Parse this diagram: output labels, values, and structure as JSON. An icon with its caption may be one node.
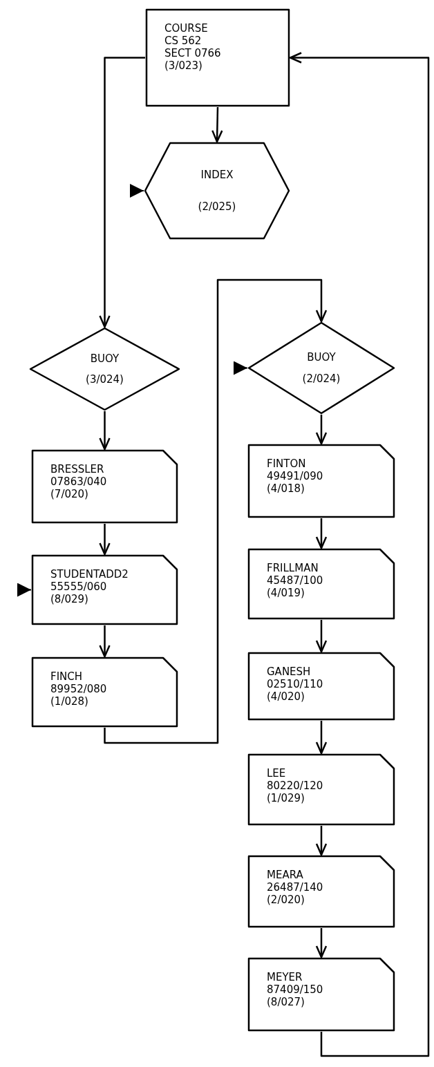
{
  "diagram": {
    "nodes": [
      {
        "text": [
          "COURSE",
          "CS 562",
          "SECT 0766",
          "(3/023)"
        ]
      },
      {
        "text": [
          "INDEX",
          "(2/025)"
        ]
      },
      {
        "text": [
          "BUOY",
          "(3/024)"
        ]
      },
      {
        "text": [
          "BRESSLER",
          "07863/040",
          "(7/020)"
        ]
      },
      {
        "text": [
          "STUDENTADD2",
          "55555/060",
          "(8/029)"
        ]
      },
      {
        "text": [
          "FINCH",
          "89952/080",
          "(1/028)"
        ]
      },
      {
        "text": [
          "BUOY",
          "(2/024)"
        ]
      },
      {
        "text": [
          "FINTON",
          "49491/090",
          "(4/018)"
        ]
      },
      {
        "text": [
          "FRILLMAN",
          "45487/100",
          "(4/019)"
        ]
      },
      {
        "text": [
          "GANESH",
          "02510/110",
          "(4/020)"
        ]
      },
      {
        "text": [
          "LEE",
          "80220/120",
          "(1/029)"
        ]
      },
      {
        "text": [
          "MEARA",
          "26487/140",
          "(2/020)"
        ]
      },
      {
        "text": [
          "MEYER",
          "87409/150",
          "(8/027)"
        ]
      }
    ],
    "edges": [
      {
        "from": 0,
        "to": 1,
        "arrow": "to"
      },
      {
        "from": 0,
        "to": 2,
        "arrow": "to"
      },
      {
        "from": 2,
        "to": 3,
        "arrow": "to"
      },
      {
        "from": 3,
        "to": 4,
        "arrow": "to"
      },
      {
        "from": 4,
        "to": 5,
        "arrow": "to"
      },
      {
        "from": 5,
        "to": 6,
        "arrow": "to"
      },
      {
        "from": 6,
        "to": 7,
        "arrow": "to"
      },
      {
        "from": 7,
        "to": 8,
        "arrow": "to"
      },
      {
        "from": 8,
        "to": 9,
        "arrow": "to"
      },
      {
        "from": 9,
        "to": 10,
        "arrow": "to"
      },
      {
        "from": 10,
        "to": 11,
        "arrow": "to"
      },
      {
        "from": 11,
        "to": 12,
        "arrow": "to"
      },
      {
        "from": 12,
        "to": 0,
        "arrow": "to"
      },
      {
        "from": null,
        "to": 1,
        "arrow": "to"
      },
      {
        "from": null,
        "to": 6,
        "arrow": "to"
      },
      {
        "from": null,
        "to": 4,
        "arrow": "to"
      }
    ]
  }
}
